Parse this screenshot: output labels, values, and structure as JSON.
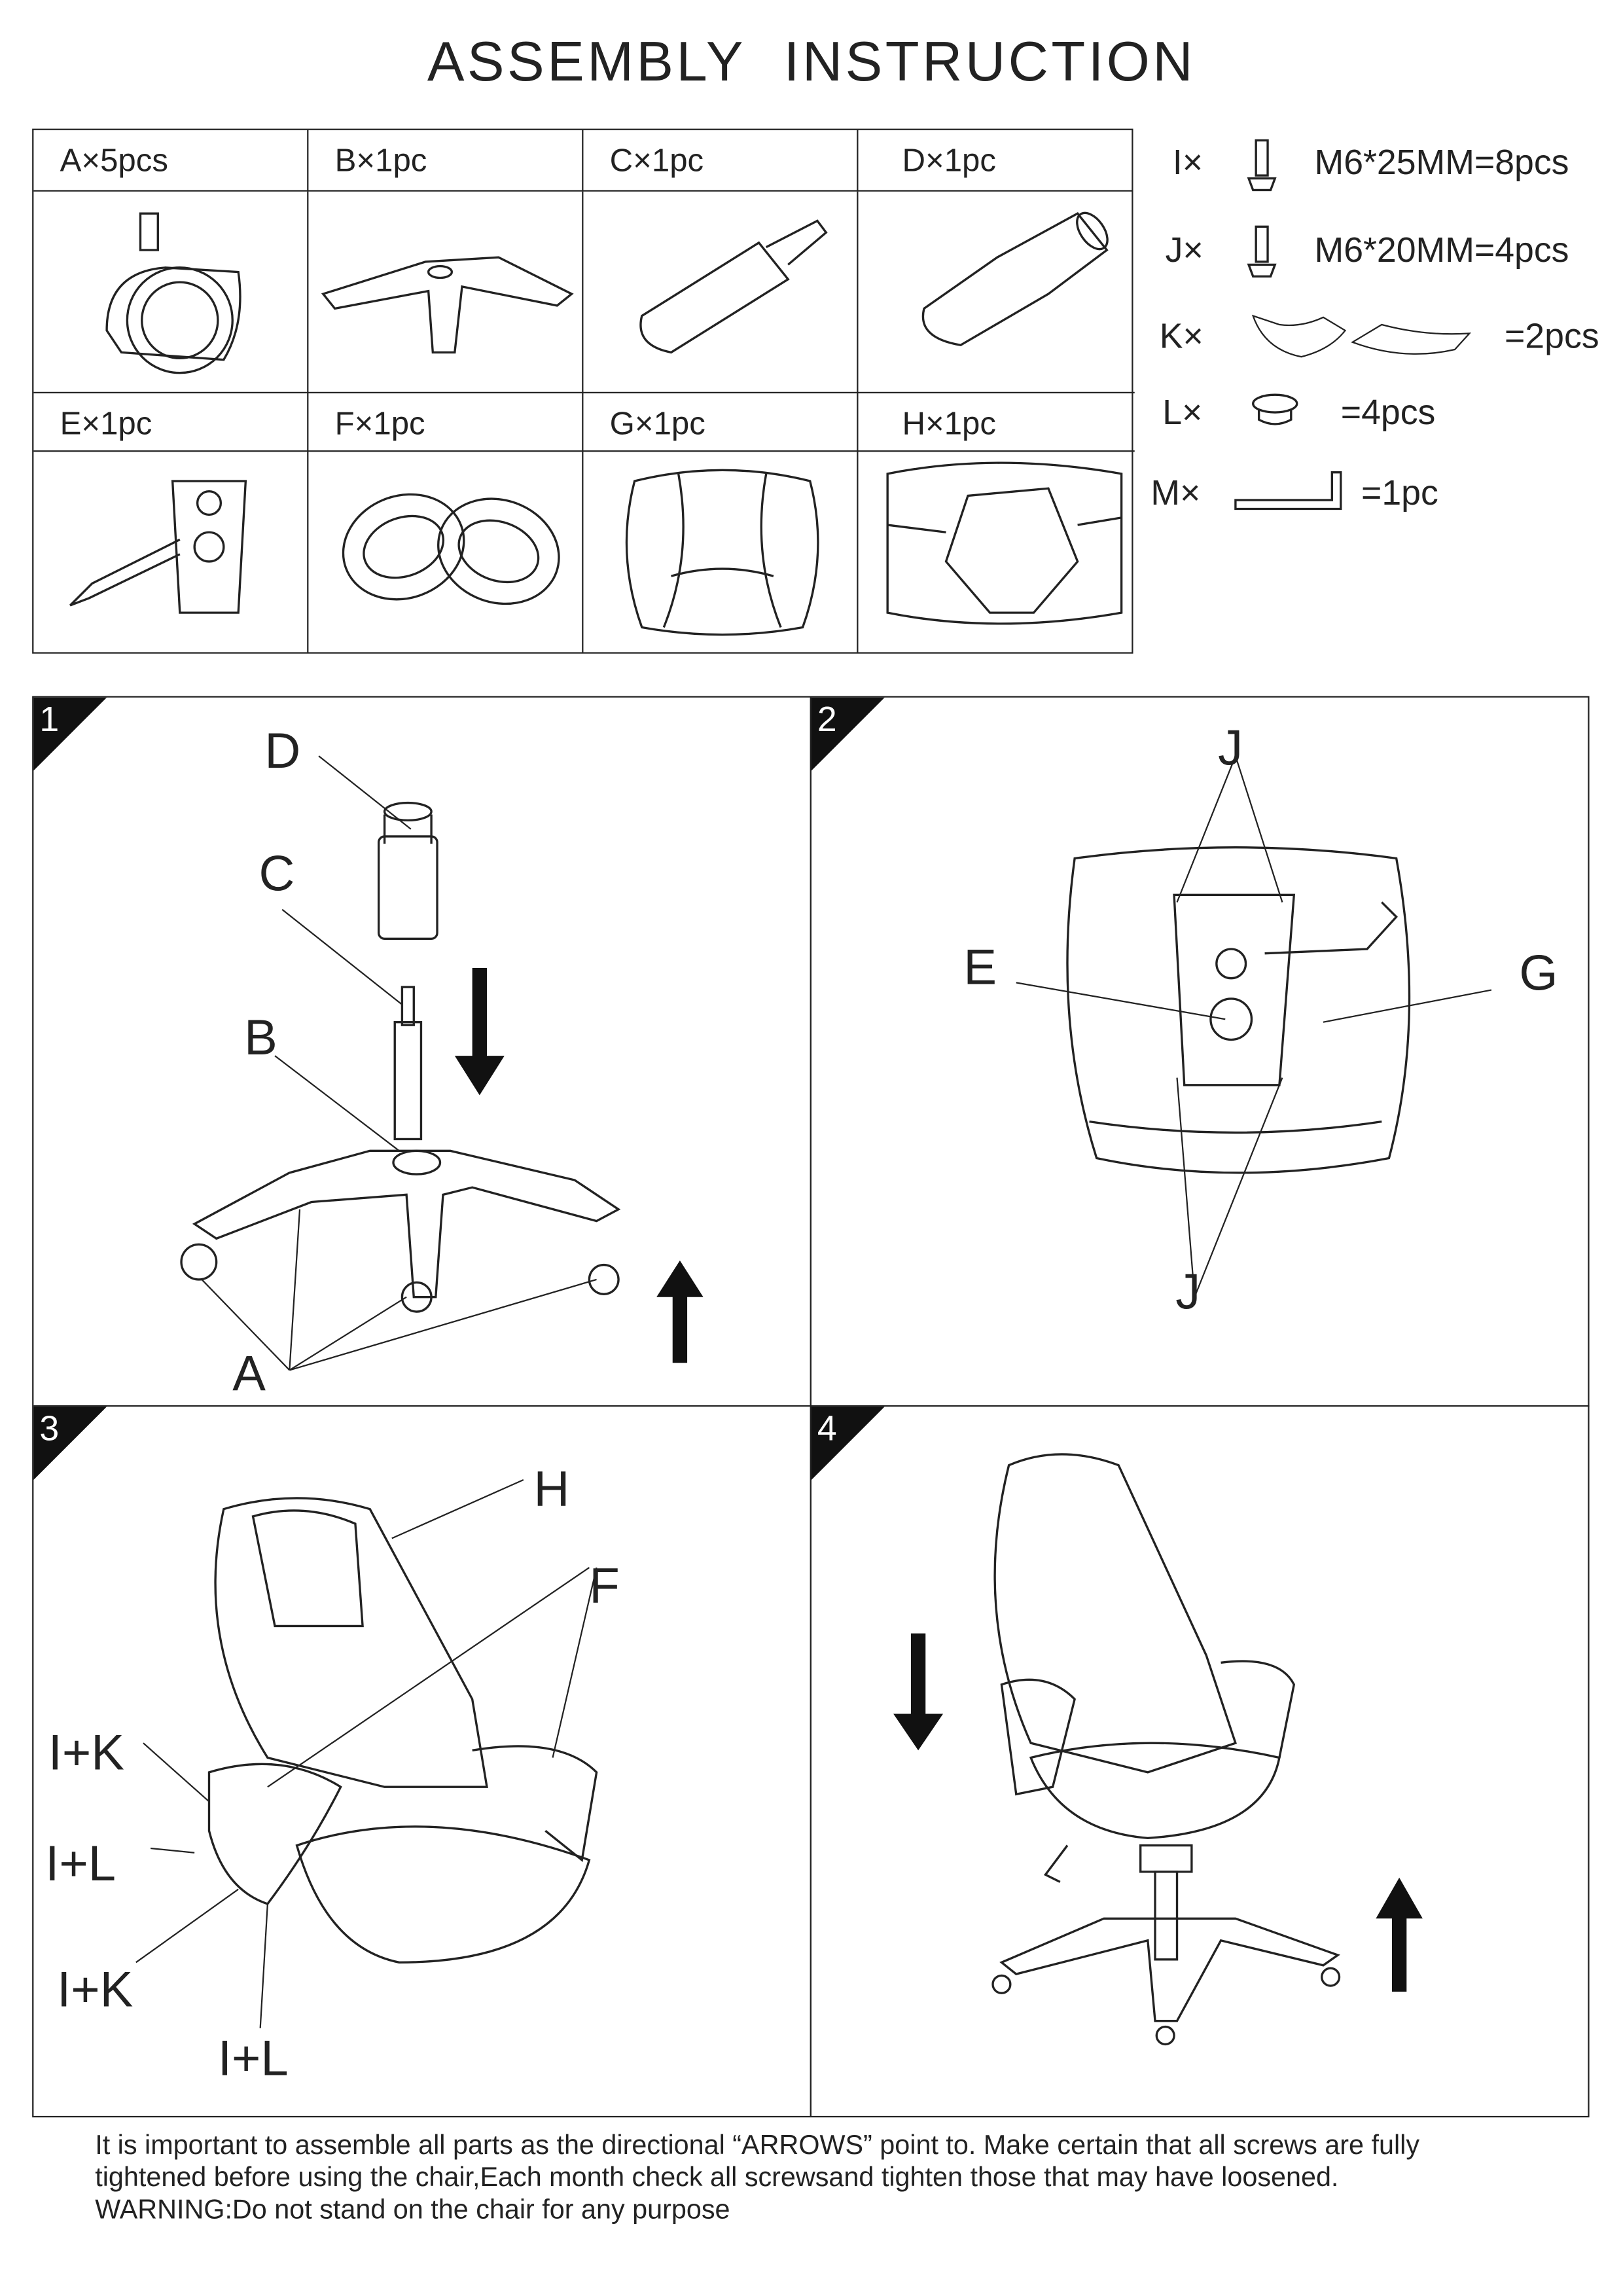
{
  "title": "ASSEMBLY  INSTRUCTION",
  "parts": [
    {
      "label": "A×5pcs",
      "icon": "caster-wheel-icon"
    },
    {
      "label": "B×1pc",
      "icon": "star-base-icon"
    },
    {
      "label": "C×1pc",
      "icon": "gas-lift-icon"
    },
    {
      "label": "D×1pc",
      "icon": "lift-cover-icon"
    },
    {
      "label": "E×1pc",
      "icon": "mechanism-icon"
    },
    {
      "label": "F×1pc",
      "icon": "armrests-icon"
    },
    {
      "label": "G×1pc",
      "icon": "seat-icon"
    },
    {
      "label": "H×1pc",
      "icon": "backrest-icon"
    }
  ],
  "hardware": [
    {
      "label": "I×",
      "spec": "M6*25MM=8pcs",
      "icon": "screw-icon"
    },
    {
      "label": "J×",
      "spec": "M6*20MM=4pcs",
      "icon": "screw-icon"
    },
    {
      "label": "K×",
      "spec": "=2pcs",
      "icon": "cover-plate-icon"
    },
    {
      "label": "L×",
      "spec": "=4pcs",
      "icon": "cap-icon"
    },
    {
      "label": "M×",
      "spec": "=1pc",
      "icon": "allen-key-icon"
    }
  ],
  "steps": [
    {
      "number": "1",
      "labels": {
        "D": "D",
        "C": "C",
        "B": "B",
        "A": "A"
      }
    },
    {
      "number": "2",
      "labels": {
        "J1": "J",
        "E": "E",
        "G": "G",
        "J2": "J"
      }
    },
    {
      "number": "3",
      "labels": {
        "H": "H",
        "F": "F",
        "IK1": "I+K",
        "IL1": "I+L",
        "IK2": "I+K",
        "IL2": "I+L"
      }
    },
    {
      "number": "4",
      "labels": {}
    }
  ],
  "footer": {
    "line1": "It is important to assemble all parts as the directional “ARROWS” point to. Make certain that all screws are fully",
    "line2": "tightened  before using the chair,Each month check all screwsand tighten those that may have loosened.",
    "line3": "WARNING:Do not stand on the chair for any purpose"
  }
}
